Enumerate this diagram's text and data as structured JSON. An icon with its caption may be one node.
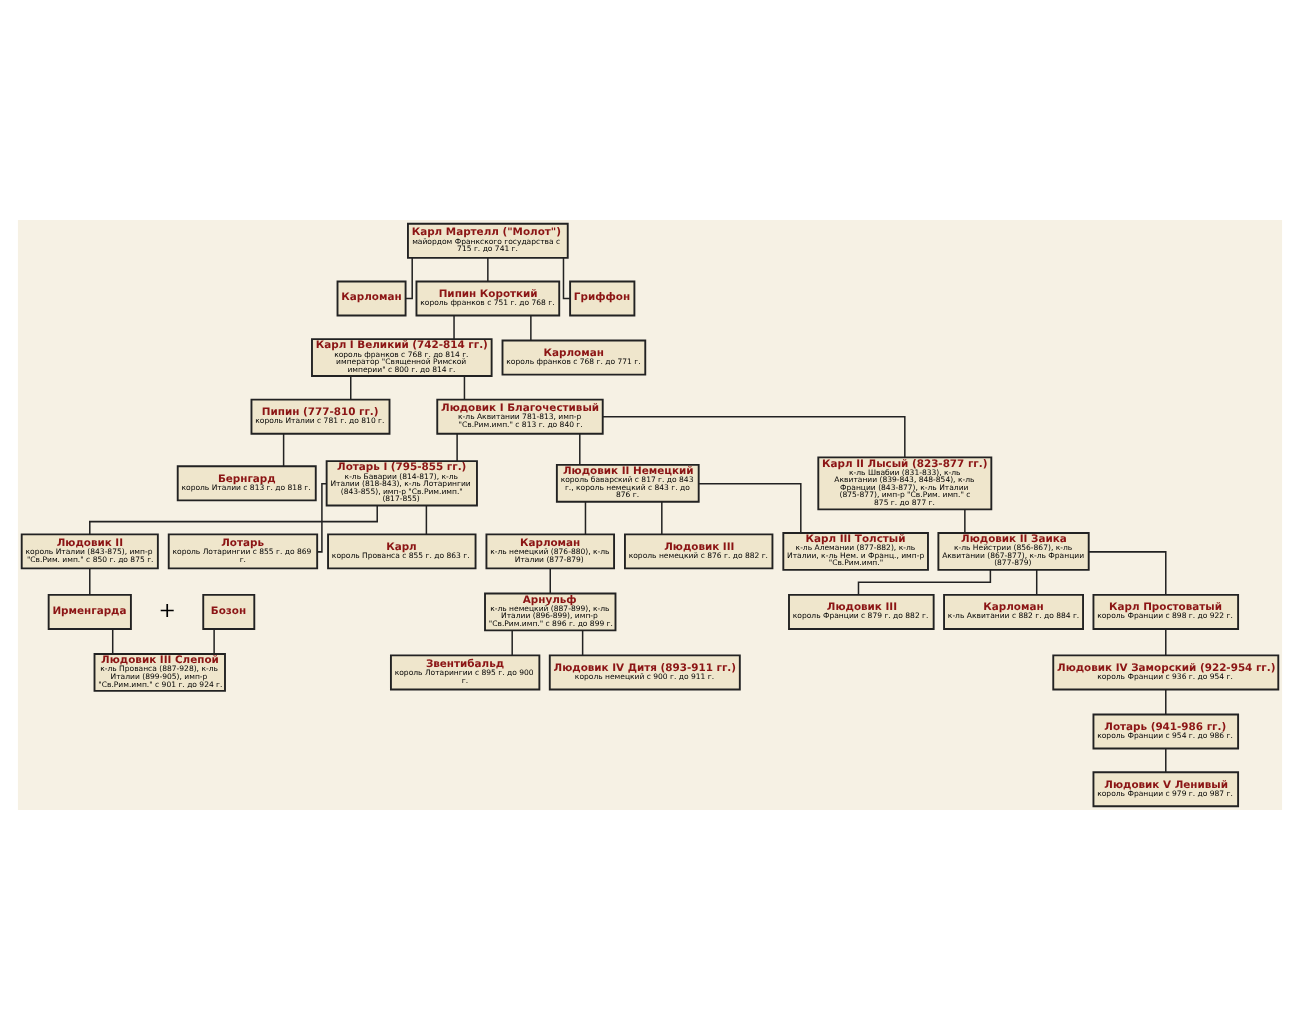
{
  "diagram": {
    "nodes": [
      {
        "text": [
          "Карл Мартелл (\"Молот\")",
          "майордом Франкского государства с 715 г. до 741 г."
        ]
      },
      {
        "text": [
          "Карломан"
        ]
      },
      {
        "text": [
          "Пипин Короткий",
          "король франков с 751 г. до 768 г."
        ]
      },
      {
        "text": [
          "Гриффон"
        ]
      },
      {
        "text": [
          "Карл I Великий (742-814 гг.)",
          "король франков с 768 г. до 814 г. император \"Священной Римской империи\" с 800 г. до 814 г."
        ]
      },
      {
        "text": [
          "Карломан",
          "король франков с 768 г. до 771 г."
        ]
      },
      {
        "text": [
          "Пипин (777-810 гг.)",
          "король Италии с 781 г. до 810 г."
        ]
      },
      {
        "text": [
          "Людовик I Благочестивый",
          "к-ль Аквитании 781-813, имп-р \"Св.Рим.имп.\" с 813 г. до 840 г."
        ]
      },
      {
        "text": [
          "Бернгард",
          "король Италии с 813 г. до 818 г."
        ]
      },
      {
        "text": [
          "Лотарь I (795-855 гг.)",
          "к-ль Баварии (814-817), к-ль Италии (818-843), к-ль Лотарингии (843-855), имп-р \"Св.Рим.имп.\" (817-855)"
        ]
      },
      {
        "text": [
          "Людовик II Немецкий",
          "король баварский с 817 г. до 843 г., король немецкий с 843 г. до 876 г."
        ]
      },
      {
        "text": [
          "Карл II Лысый (823-877 гг.)",
          "к-ль Швабии (831-833), к-ль Аквитании (839-843, 848-854), к-ль Франции (843-877), к-ль Италии (875-877), имп-р \"Св.Рим. имп.\" с 875 г. до 877 г."
        ]
      },
      {
        "text": [
          "Людовик II",
          "король Италии (843-875), имп-р \"Св.Рим. имп.\" с 850 г. до 875 г."
        ]
      },
      {
        "text": [
          "Лотарь",
          "король Лотарингии с 855 г. до 869 г."
        ]
      },
      {
        "text": [
          "Карл",
          "король Прованса с 855 г. до 863 г."
        ]
      },
      {
        "text": [
          "Карломан",
          "к-ль немецкий (876-880), к-ль Италии (877-879)"
        ]
      },
      {
        "text": [
          "Людовик III",
          "король немецкий с 876 г. до 882 г."
        ]
      },
      {
        "text": [
          "Карл III Толстый",
          "к-ль Алемании (877-882), к-ль Италии, к-ль Нем. и Франц., имп-р \"Св.Рим.имп.\""
        ]
      },
      {
        "text": [
          "Людовик II Заика",
          "к-ль Нейстрии (856-867), к-ль Аквитании (867-877), к-ль Франции (877-879)"
        ]
      },
      {
        "text": [
          "Ирменгарда"
        ]
      },
      {
        "text": [
          "Бозон"
        ]
      },
      {
        "text": [
          "Арнульф",
          "к-ль немецкий (887-899), к-ль Италии (896-899), имп-р \"Св.Рим.имп.\" с 896 г. до 899 г."
        ]
      },
      {
        "text": [
          "Людовик III",
          "король Франции с 879 г. до 882 г."
        ]
      },
      {
        "text": [
          "Карломан",
          "к-ль Аквитании с 882 г. до 884 г."
        ]
      },
      {
        "text": [
          "Карл Простоватый",
          "король Франции с 898 г. до 922 г."
        ]
      },
      {
        "text": [
          "Людовик III Слепой",
          "к-ль Прованса (887-928), к-ль Италии (899-905), имп-р \"Св.Рим.имп.\" с 901 г. до 924 г."
        ]
      },
      {
        "text": [
          "Звентибальд",
          "король Лотарингии с 895 г. до 900 г."
        ]
      },
      {
        "text": [
          "Людовик IV Дитя (893-911 гг.)",
          "король немецкий с 900 г. до 911 г."
        ]
      },
      {
        "text": [
          "Людовик IV Заморский (922-954 гг.)",
          "король Франции с 936 г. до 954 г."
        ]
      },
      {
        "text": [
          "Лотарь (941-986 гг.)",
          "король Франции с 954 г. до 986 г."
        ]
      },
      {
        "text": [
          "Людовик V Ленивый",
          "король Франции с 979 г. до 987 г."
        ]
      }
    ],
    "edges": [
      {
        "from": 0,
        "to": 1,
        "arrow": "none"
      },
      {
        "from": 0,
        "to": 2,
        "arrow": "none"
      },
      {
        "from": 0,
        "to": 3,
        "arrow": "none"
      },
      {
        "from": 2,
        "to": 4,
        "arrow": "none"
      },
      {
        "from": 2,
        "to": 5,
        "arrow": "none"
      },
      {
        "from": 4,
        "to": 6,
        "arrow": "none"
      },
      {
        "from": 4,
        "to": 7,
        "arrow": "none"
      },
      {
        "from": 6,
        "to": 8,
        "arrow": "none"
      },
      {
        "from": 7,
        "to": 9,
        "arrow": "none"
      },
      {
        "from": 7,
        "to": 10,
        "arrow": "none"
      },
      {
        "from": 7,
        "to": 11,
        "arrow": "none"
      },
      {
        "from": 9,
        "to": 12,
        "arrow": "none"
      },
      {
        "from": 9,
        "to": 13,
        "arrow": "none"
      },
      {
        "from": 9,
        "to": 14,
        "arrow": "none"
      },
      {
        "from": 10,
        "to": 15,
        "arrow": "none"
      },
      {
        "from": 10,
        "to": 16,
        "arrow": "none"
      },
      {
        "from": 10,
        "to": 17,
        "arrow": "none"
      },
      {
        "from": 11,
        "to": 18,
        "arrow": "none"
      },
      {
        "from": 12,
        "to": 19,
        "arrow": "none"
      },
      {
        "from": 15,
        "to": 21,
        "arrow": "none"
      },
      {
        "from": 18,
        "to": 22,
        "arrow": "none"
      },
      {
        "from": 18,
        "to": 23,
        "arrow": "none"
      },
      {
        "from": 18,
        "to": 24,
        "arrow": "none"
      },
      {
        "from": 19,
        "to": 25,
        "arrow": "none"
      },
      {
        "from": 20,
        "to": 25,
        "arrow": "none"
      },
      {
        "from": 21,
        "to": 26,
        "arrow": "none"
      },
      {
        "from": 21,
        "to": 27,
        "arrow": "none"
      },
      {
        "from": 24,
        "to": 28,
        "arrow": "none"
      },
      {
        "from": 28,
        "to": 29,
        "arrow": "none"
      },
      {
        "from": 29,
        "to": 30,
        "arrow": "none"
      }
    ],
    "labels": [
      "+"
    ]
  }
}
